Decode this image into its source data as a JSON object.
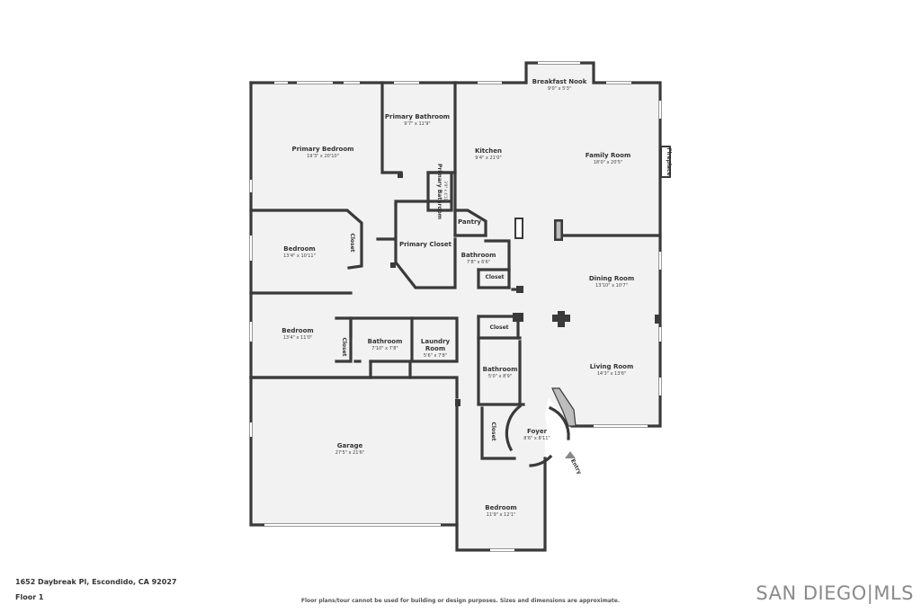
{
  "rooms": {
    "breakfast_nook": {
      "name": "Breakfast Nook",
      "dim": "9'0\" x 5'3\""
    },
    "primary_bathroom": {
      "name": "Primary Bathroom",
      "dim": "9'7\" x 11'9\""
    },
    "primary_bedroom": {
      "name": "Primary Bedroom",
      "dim": "19'3\" x 20'10\""
    },
    "kitchen": {
      "name": "Kitchen",
      "dim": "9'4\" x 21'0\""
    },
    "family_room": {
      "name": "Family Room",
      "dim": "18'0\" x 20'5\""
    },
    "fireplace": {
      "name": "Fireplace"
    },
    "primary_bathroom_small": {
      "name": "Primary Bathroom",
      "dim": "3'9\" x 4'11\""
    },
    "pantry": {
      "name": "Pantry"
    },
    "primary_closet": {
      "name": "Primary Closet"
    },
    "bedroom_1": {
      "name": "Bedroom",
      "dim": "13'4\" x 10'11\""
    },
    "closet_1": {
      "name": "Closet"
    },
    "bathroom_1": {
      "name": "Bathroom",
      "dim": "7'8\" x 6'6\""
    },
    "closet_2": {
      "name": "Closet"
    },
    "dining_room": {
      "name": "Dining Room",
      "dim": "13'10\" x 10'7\""
    },
    "bedroom_2": {
      "name": "Bedroom",
      "dim": "13'4\" x 11'0\""
    },
    "closet_3": {
      "name": "Closet"
    },
    "bathroom_2": {
      "name": "Bathroom",
      "dim": "7'10\" x 7'8\""
    },
    "laundry": {
      "name": "Laundry Room",
      "name_line1": "Laundry",
      "name_line2": "Room",
      "dim": "5'6\" x 7'8\""
    },
    "closet_4": {
      "name": "Closet"
    },
    "bathroom_3": {
      "name": "Bathroom",
      "dim": "5'0\" x 8'9\""
    },
    "living_room": {
      "name": "Living Room",
      "dim": "14'3\" x 13'6\""
    },
    "foyer": {
      "name": "Foyer",
      "dim": "8'6\" x 8'11\""
    },
    "closet_5": {
      "name": "Closet"
    },
    "entry": {
      "name": "Entry"
    },
    "garage": {
      "name": "Garage",
      "dim": "27'5\" x 21'6\""
    },
    "bedroom_3": {
      "name": "Bedroom",
      "dim": "11'9\" x 12'1\""
    }
  },
  "footer": {
    "address": "1652 Daybreak Pl, Escondido, CA 92027",
    "floor": "Floor 1",
    "disclaimer": "Floor plans/tour cannot be used for building or design purposes. Sizes and dimensions are approximate.",
    "logo": "SAN DIEGO|MLS"
  }
}
